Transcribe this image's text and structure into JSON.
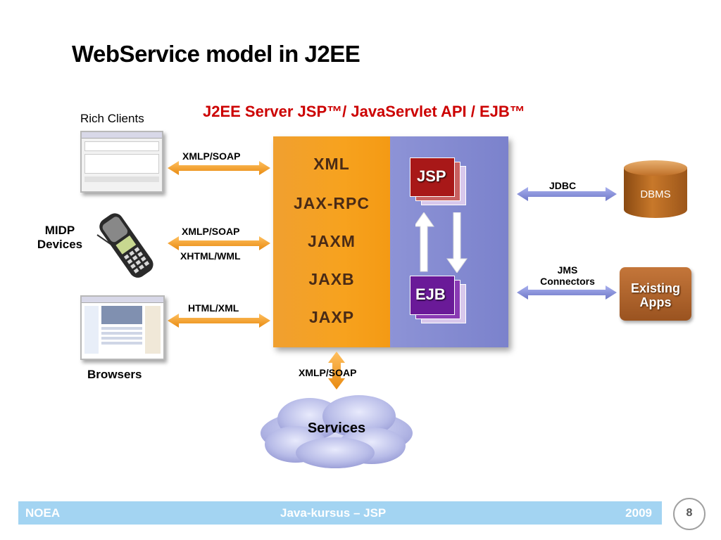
{
  "title": "WebService model in J2EE",
  "server": {
    "title": "J2EE Server JSP™/ JavaServlet API / EJB™",
    "technologies": [
      "XML",
      "JAX-RPC",
      "JAXM",
      "JAXB",
      "JAXP"
    ],
    "components": [
      "JSP",
      "EJB"
    ]
  },
  "clients": {
    "rich_clients": "Rich Clients",
    "midp_line1": "MIDP",
    "midp_line2": "Devices",
    "browsers": "Browsers"
  },
  "connections": {
    "rich_proto": "XMLP/SOAP",
    "midp_proto1": "XMLP/SOAP",
    "midp_proto2": "XHTML/WML",
    "browser_proto": "HTML/XML",
    "services_proto": "XMLP/SOAP",
    "jdbc": "JDBC",
    "jms_line1": "JMS",
    "jms_line2": "Connectors"
  },
  "backends": {
    "dbms": "DBMS",
    "apps_line1": "Existing",
    "apps_line2": "Apps",
    "services": "Services"
  },
  "footer": {
    "left": "NOEA",
    "center": "Java-kursus – JSP",
    "right": "2009",
    "page": "8"
  },
  "colors": {
    "server_left": "#f7a21e",
    "server_right": "#7b82cc",
    "title_red": "#cc0000",
    "arrow_orange": "#f5a020",
    "arrow_blue": "#8890d8",
    "footer_bar": "#a3d4f2"
  }
}
